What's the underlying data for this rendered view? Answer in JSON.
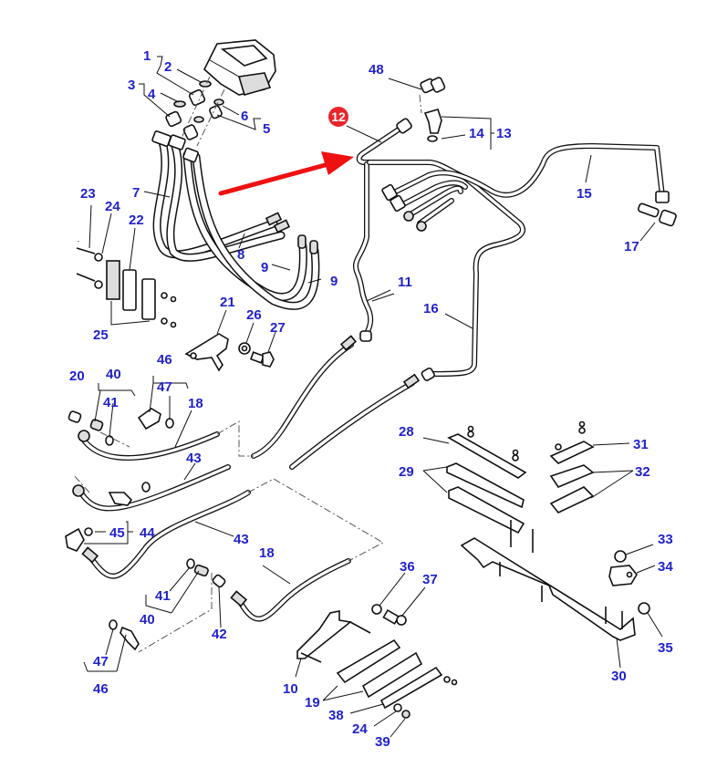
{
  "diagram": {
    "title": "Hydraulic lines exploded parts view",
    "label_color": "#2222cc",
    "highlight_color": "#e8262b",
    "arrow_color": "#ee1111",
    "highlighted_part": "12",
    "labels": {
      "p1": "1",
      "p2": "2",
      "p3": "3",
      "p4": "4",
      "p5": "5",
      "p6": "6",
      "p7": "7",
      "p8": "8",
      "p9a": "9",
      "p9b": "9",
      "p10": "10",
      "p11": "11",
      "p12": "12",
      "p13": "13",
      "p14": "14",
      "p15": "15",
      "p16": "16",
      "p17": "17",
      "p18a": "18",
      "p18b": "18",
      "p19": "19",
      "p20": "20",
      "p21": "21",
      "p22": "22",
      "p23": "23",
      "p24a": "24",
      "p24b": "24",
      "p25": "25",
      "p26": "26",
      "p27": "27",
      "p28": "28",
      "p29": "29",
      "p30": "30",
      "p31": "31",
      "p32": "32",
      "p33": "33",
      "p34": "34",
      "p35": "35",
      "p36": "36",
      "p37": "37",
      "p38": "38",
      "p39": "39",
      "p40a": "40",
      "p40b": "40",
      "p41a": "41",
      "p41b": "41",
      "p42": "42",
      "p43a": "43",
      "p43b": "43",
      "p44": "44",
      "p45": "45",
      "p46a": "46",
      "p46b": "46",
      "p47a": "47",
      "p47b": "47",
      "p48": "48"
    }
  }
}
